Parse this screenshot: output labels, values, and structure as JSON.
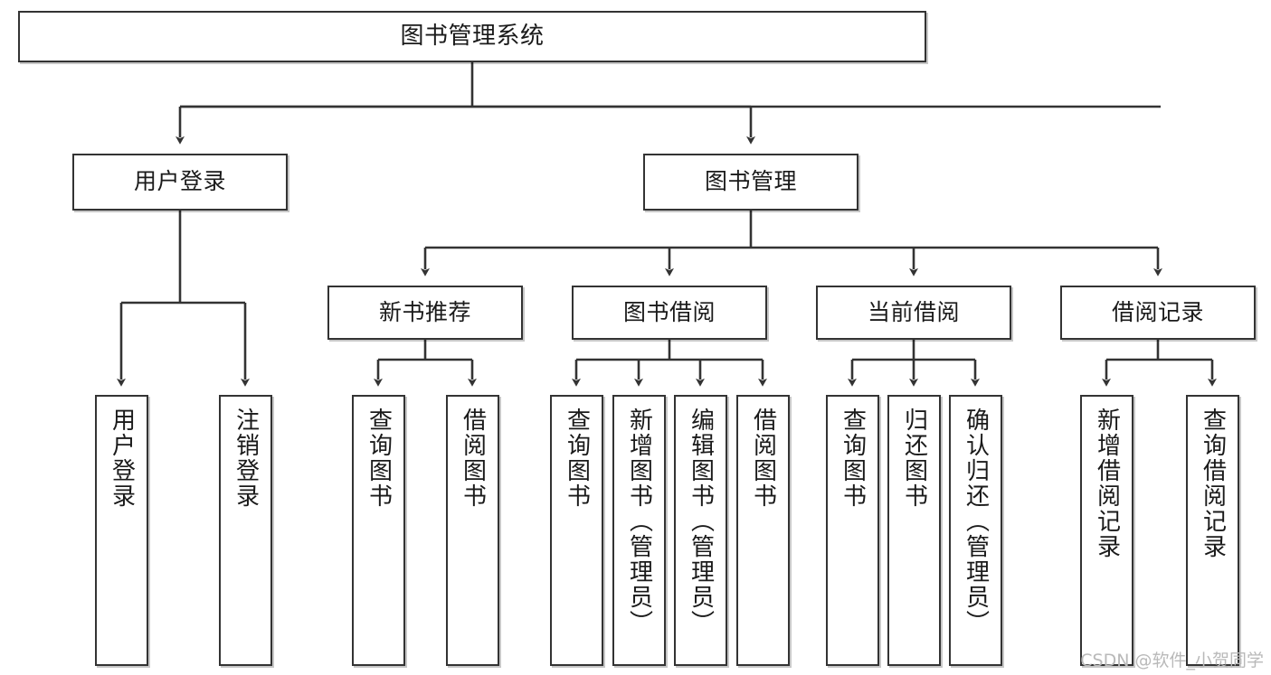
{
  "diagram": {
    "title": "图书管理系统",
    "type": "tree-hierarchy-chart",
    "watermark": "CSDN @软件_小贺同学",
    "colors": {
      "node_border": "#333333",
      "node_fill": "#ffffff",
      "edge": "#333333",
      "text": "#1a1a1a",
      "watermark": "#b9b9b9"
    },
    "nodes": {
      "root": {
        "label": "图书管理系统"
      },
      "level2": [
        {
          "id": "user-login",
          "label": "用户登录"
        },
        {
          "id": "book-management",
          "label": "图书管理"
        }
      ],
      "level3": [
        {
          "id": "new-book-recommend",
          "label": "新书推荐"
        },
        {
          "id": "book-borrow",
          "label": "图书借阅"
        },
        {
          "id": "current-borrow",
          "label": "当前借阅"
        },
        {
          "id": "borrow-record",
          "label": "借阅记录"
        }
      ],
      "leaves": {
        "user_login": [
          {
            "id": "leaf-user-login",
            "label": "用户登录"
          },
          {
            "id": "leaf-logout",
            "label": "注销登录"
          }
        ],
        "new_book_recommend": [
          {
            "id": "leaf-query-book-1",
            "label": "查询图书"
          },
          {
            "id": "leaf-borrow-book-1",
            "label": "借阅图书"
          }
        ],
        "book_borrow": [
          {
            "id": "leaf-query-book-2",
            "label": "查询图书"
          },
          {
            "id": "leaf-add-book",
            "label": "新增图书（管理员）"
          },
          {
            "id": "leaf-edit-book",
            "label": "编辑图书（管理员）"
          },
          {
            "id": "leaf-borrow-book-2",
            "label": "借阅图书"
          }
        ],
        "current_borrow": [
          {
            "id": "leaf-query-book-3",
            "label": "查询图书"
          },
          {
            "id": "leaf-return-book",
            "label": "归还图书"
          },
          {
            "id": "leaf-confirm-return",
            "label": "确认归还（管理员）"
          }
        ],
        "borrow_record": [
          {
            "id": "leaf-add-record",
            "label": "新增借阅记录"
          },
          {
            "id": "leaf-query-record",
            "label": "查询借阅记录"
          }
        ]
      }
    }
  }
}
